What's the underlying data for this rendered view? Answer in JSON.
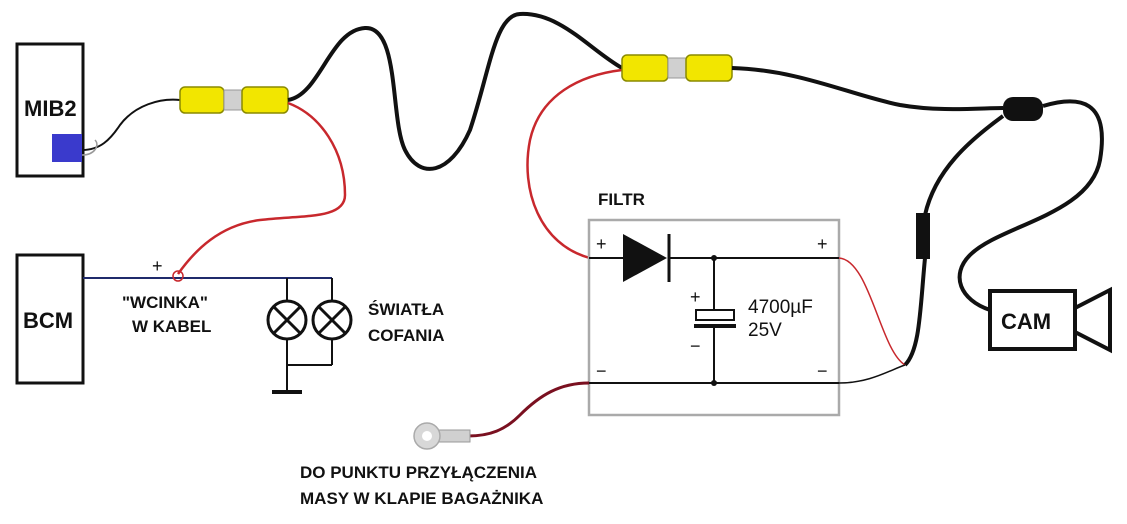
{
  "boxes": {
    "mib2": "MIB2",
    "bcm": "BCM",
    "cam": "CAM"
  },
  "labels": {
    "wcinka_line1": "\"WCINKA\"",
    "wcinka_line2": "W KABEL",
    "lights_line1": "ŚWIATŁA",
    "lights_line2": "COFANIA",
    "filtr": "FILTR",
    "ground_line1": "DO PUNKTU PRZYŁĄCZENIA",
    "ground_line2": "MASY W KLAPIE BAGAŻNIKA"
  },
  "capacitor": {
    "capacitance": "4700µF",
    "voltage": "25V"
  },
  "polarity": {
    "plus": "+",
    "minus": "−"
  },
  "colors": {
    "wire_black": "#111111",
    "wire_red": "#c8282d",
    "wire_darkred": "#7a1020",
    "wire_blue": "#1f2a6b",
    "connector_yellow": "#f2e600",
    "connector_grey": "#d0d0d0",
    "mib2_port": "#3a3acc",
    "filter_border": "#aaaaaa"
  }
}
